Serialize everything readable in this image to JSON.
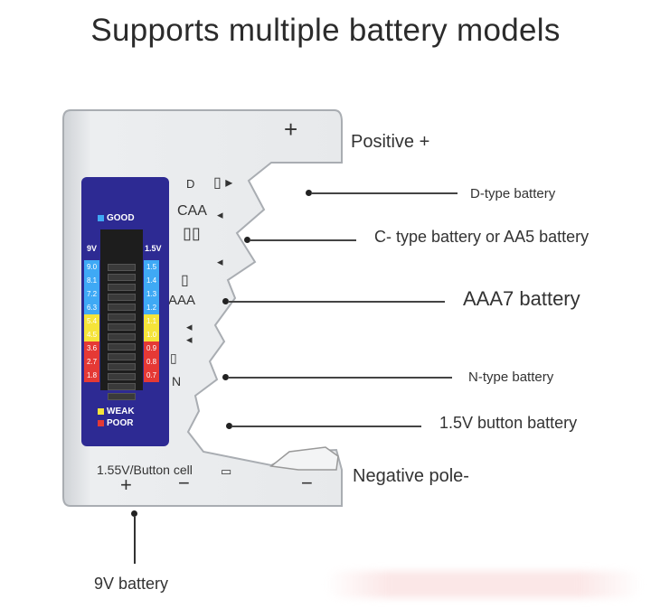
{
  "title": "Supports multiple battery models",
  "labels": {
    "positive": "Positive +",
    "d_type": "D-type battery",
    "c_type": "C- type battery or AA5 battery",
    "aaa7": "AAA7 battery",
    "n_type": "N-type battery",
    "button": "1.5V button battery",
    "negative": "Negative pole-",
    "nine_v": "9V battery"
  },
  "device": {
    "plus_top": "+",
    "slot_d": "D",
    "slot_caa": "CAA",
    "slot_aaa": "AAA",
    "slot_n": "N",
    "button_cell": "1.55V/Button cell",
    "plus_bottom": "+",
    "minus_left": "−",
    "minus_right": "−"
  },
  "panel": {
    "good": "GOOD",
    "weak": "WEAK",
    "poor": "POOR",
    "left_header": "9V",
    "right_header": "1.5V",
    "left_scale": [
      "9.0",
      "8.1",
      "7.2",
      "6.3",
      "5.4",
      "4.5",
      "3.6",
      "2.7",
      "1.8"
    ],
    "right_scale": [
      "1.5",
      "1.4",
      "1.3",
      "1.2",
      "1.1",
      "1.0",
      "0.9",
      "0.8",
      "0.7"
    ],
    "colors": {
      "good": "#3fa9f5",
      "weak": "#f5e43a",
      "poor": "#e53935",
      "panel": "#2d2a93"
    }
  }
}
